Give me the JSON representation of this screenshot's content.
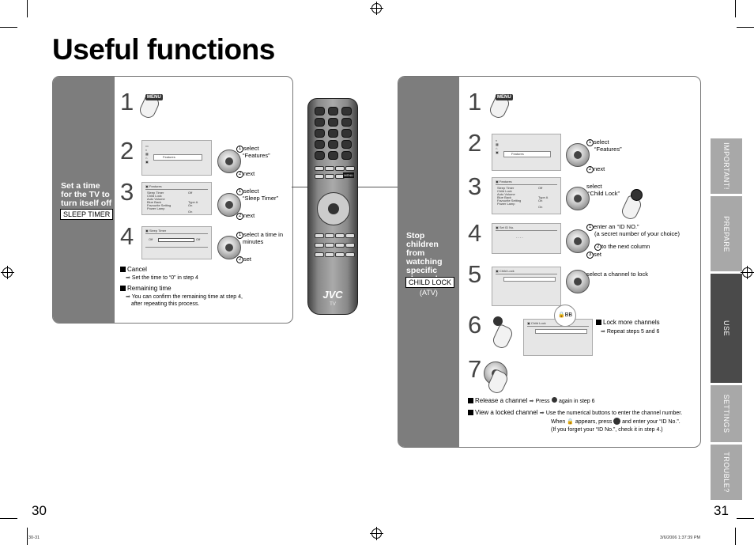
{
  "page": {
    "title": "Useful functions",
    "page_left": "30",
    "page_right": "31",
    "footer_left": "30-31",
    "footer_right": "3/6/2006   1:37:39 PM"
  },
  "tabs": [
    {
      "label": "IMPORTANT!",
      "color": "#a8a8a8"
    },
    {
      "label": "PREPARE",
      "color": "#a8a8a8"
    },
    {
      "label": "USE",
      "color": "#4a4a4a"
    },
    {
      "label": "SETTINGS",
      "color": "#a8a8a8"
    },
    {
      "label": "TROUBLE?",
      "color": "#a8a8a8"
    }
  ],
  "sleep": {
    "heading": "Set a time for the TV to turn itself off",
    "tag": "SLEEP TIMER",
    "steps": [
      "1",
      "2",
      "3",
      "4"
    ],
    "menu_key": "MENU",
    "s2_n1": "1",
    "s2_a": "select",
    "s2_b": "“Features”",
    "s2_n2": "2",
    "s2_next": "next",
    "s3_n1": "1",
    "s3_a": "select",
    "s3_b": "“Sleep Timer”",
    "s3_n2": "2",
    "s3_next": "next",
    "s4_n1": "1",
    "s4_a": "select a time in",
    "s4_b": "minutes",
    "s4_n2": "2",
    "s4_set": "set",
    "screen2_item": "Features",
    "screen3_title": "Features",
    "screen3_rows": [
      "Sleep Timer",
      "Child Lock",
      "Auto Volume",
      "Blue Back",
      "Favourite Setting",
      "Power Lamp"
    ],
    "screen3_vals": [
      "Off",
      "",
      "",
      "Type A",
      "On",
      "",
      "On"
    ],
    "screen4_title": "Sleep Timer",
    "screen4_left": "Off",
    "screen4_right": "Off",
    "cancel_label": "Cancel",
    "cancel_text": "Set the time to “0” in step 4",
    "remaining_label": "Remaining time",
    "remaining_text1": "You can confirm the remaining time at step 4,",
    "remaining_text2": "after repeating this process."
  },
  "remote": {
    "brand": "JVC",
    "mode": "TV",
    "menu_key": "MENU"
  },
  "child": {
    "heading": "Stop children from watching specific channels",
    "tag": "CHILD LOCK",
    "sub": "(ATV)",
    "steps": [
      "1",
      "2",
      "3",
      "4",
      "5",
      "6",
      "7"
    ],
    "menu_key": "MENU",
    "s2_n1": "1",
    "s2_a": "select",
    "s2_b": "“Features”",
    "s2_n2": "2",
    "s2_next": "next",
    "s3_a": "select",
    "s3_b": "“Child Lock”",
    "s4_n1": "1",
    "s4_a": "enter an “ID NO.”",
    "s4_b": "(a secret number of your choice)",
    "s4_n2": "2",
    "s4_c": "to the next column",
    "s4_n3": "3",
    "s4_set": "set",
    "s5_text": "select a channel to lock",
    "s6_label": "Lock more channels",
    "s6_text": "Repeat steps 5 and 6",
    "s6_bubble": "BB",
    "screen2_item": "Features",
    "screen3_title": "Features",
    "screen4_title": "Set ID No.",
    "screen4_id": "- - - -",
    "screen5_title": "Child Lock",
    "release_label": "Release a channel",
    "release_press": "Press",
    "release_after": "again in step 6",
    "view_label": "View a locked channel",
    "view_text1": "Use the numerical buttons to enter the channel number.",
    "view_text2a": "When",
    "view_text2b": "appears, press",
    "view_text2c": "and enter your “ID No.”.",
    "view_text3": "(If you forget your “ID No.”, check it in step 4.)"
  }
}
